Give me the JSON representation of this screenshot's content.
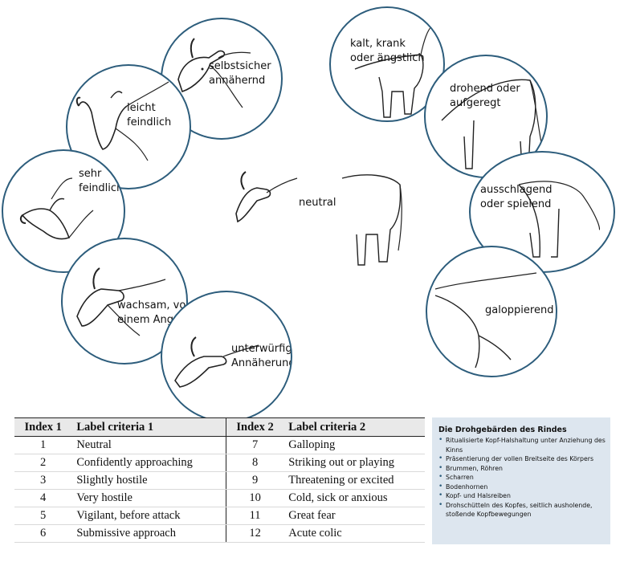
{
  "diagram": {
    "left_circles": [
      {
        "id": "confident",
        "label_lines": [
          "selbstsicher",
          "annähernd"
        ]
      },
      {
        "id": "slightly-hostile",
        "label_lines": [
          "leicht",
          "feindlich"
        ]
      },
      {
        "id": "very-hostile",
        "label_lines": [
          "sehr",
          "feindlich"
        ]
      },
      {
        "id": "vigilant",
        "label_lines": [
          "wachsam, vor",
          "einem Angriff"
        ]
      },
      {
        "id": "submissive",
        "label_lines": [
          "unterwürfige",
          "Annäherung"
        ]
      }
    ],
    "center_label": "neutral",
    "right_circles": [
      {
        "id": "cold-sick",
        "label_lines": [
          "kalt, krank",
          "oder ängstlich"
        ]
      },
      {
        "id": "threatening",
        "label_lines": [
          "drohend oder",
          "aufgeregt"
        ]
      },
      {
        "id": "striking",
        "label_lines": [
          "ausschlagend",
          "oder spielend"
        ]
      },
      {
        "id": "galloping",
        "label_lines": [
          "galoppierend"
        ]
      }
    ],
    "accent_color": "#2d5d7c"
  },
  "table": {
    "headers": [
      "Index 1",
      "Label criteria 1",
      "Index 2",
      "Label criteria 2"
    ],
    "rows": [
      [
        "1",
        "Neutral",
        "7",
        "Galloping"
      ],
      [
        "2",
        "Confidently approaching",
        "8",
        "Striking out or playing"
      ],
      [
        "3",
        "Slightly hostile",
        "9",
        "Threatening or excited"
      ],
      [
        "4",
        "Very hostile",
        "10",
        "Cold, sick or anxious"
      ],
      [
        "5",
        "Vigilant, before attack",
        "11",
        "Great fear"
      ],
      [
        "6",
        "Submissive approach",
        "12",
        "Acute colic"
      ]
    ]
  },
  "infobox": {
    "title": "Die Drohgebärden des Rindes",
    "items": [
      "Ritualisierte Kopf-Halshaltung unter Anziehung des Kinns",
      "Präsentierung der vollen Breitseite des Körpers",
      "Brummen, Röhren",
      "Scharren",
      "Bodenhornen",
      "Kopf- und Halsreiben",
      "Drohschütteln des Kopfes, seitlich ausholende, stoßende Kopfbewegungen"
    ],
    "background": "#dde6ef"
  }
}
